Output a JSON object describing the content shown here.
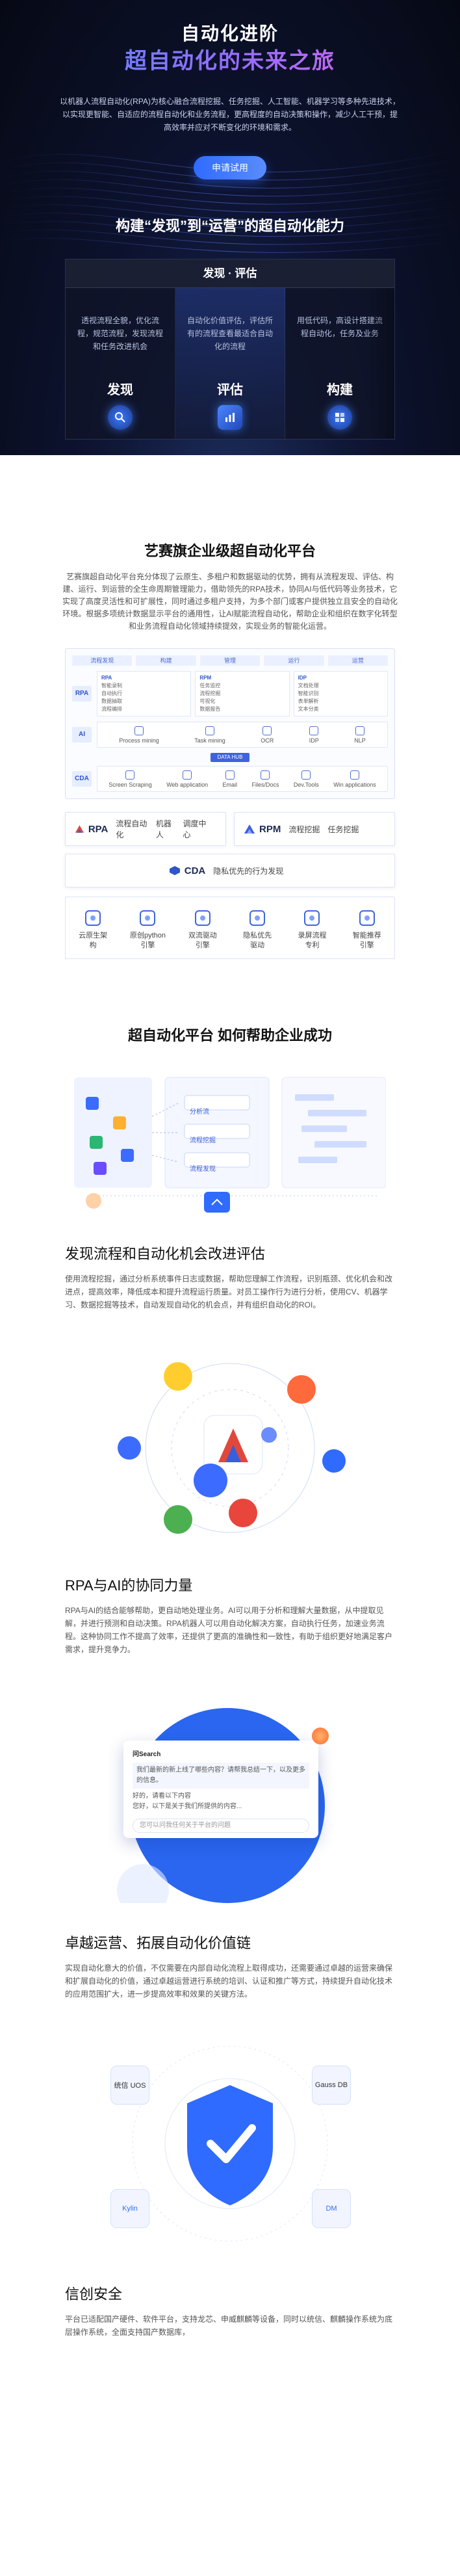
{
  "hero": {
    "title": "自动化进阶",
    "subtitle": "超自动化的未来之旅",
    "description": "以机器人流程自动化(RPA)为核心融合流程挖掘、任务挖掘、人工智能、机器学习等多种先进技术，以实现更智能、自适应的流程自动化和业务流程，更高程度的自动决策和操作，减少人工干预，提高效率并应对不断变化的环境和需求。",
    "cta_label": "申请试用",
    "section_title": "构建“发现”到“运营”的超自动化能力",
    "stage_header": "发现 · 评估",
    "stages": [
      {
        "text": "透视流程全貌，优化流程，规范流程，发现流程和任务改进机会",
        "label": "发现"
      },
      {
        "text": "自动化价值评估，评估所有的流程查看最适合自动化的流程",
        "label": "评估"
      },
      {
        "text": "用低代码，高设计搭建流程自动化，任务及业务",
        "label": "构建"
      }
    ]
  },
  "platform": {
    "title": "艺赛旗企业级超自动化平台",
    "description": "艺赛旗超自动化平台充分体现了云原生、多租户和数据驱动的优势，拥有从流程发现、评估、构建、运行、到运营的全生命周期管理能力，借助领先的RPA技术，协同AI与低代码等业务技术，它实现了高度灵活性和可扩展性，同时通过多租户支持，为多个部门或客户提供独立且安全的自动化环境。根据多项统计数据显示平台的通用性，让AI赋能流程自动化，帮助企业和组织在数字化转型和业务流程自动化领域持续提效，实现业务的智能化运营。",
    "arch_top": [
      "流程发现",
      "构建",
      "管理",
      "运行",
      "运营"
    ],
    "arch_rpa_tag": "RPA",
    "arch_rpa_cols": [
      [
        "RPA",
        "智能录制",
        "自动执行",
        "数据抽取",
        "流程编排"
      ],
      [
        "RPM",
        "任务监控",
        "流程挖掘",
        "可视化",
        "数据报告"
      ],
      [
        "IDP",
        "文档处理",
        "智能识别",
        "表单解析",
        "文本分类"
      ]
    ],
    "arch_ai_tag": "AI",
    "arch_ai_items": [
      "Process mining",
      "Task mining",
      "OCR",
      "IDP",
      "NLP"
    ],
    "arch_bar": "DATA HUB",
    "arch_cda_tag": "CDA",
    "arch_cda_items": [
      "Screen Scraping",
      "Web application",
      "Email",
      "Files/Docs",
      "Dev.Tools",
      "Win applications"
    ],
    "products": [
      {
        "name": "RPA",
        "tags": [
          "流程自动化",
          "机器人",
          "调度中心"
        ]
      },
      {
        "name": "RPM",
        "tags": [
          "流程挖掘",
          "任务挖掘"
        ]
      }
    ],
    "cda": {
      "name": "CDA",
      "tag": "隐私优先的行为发现"
    },
    "features": [
      {
        "label1": "云原生架",
        "label2": "构"
      },
      {
        "label1": "原创python",
        "label2": "引擎"
      },
      {
        "label1": "双流驱动",
        "label2": "引擎"
      },
      {
        "label1": "隐私优先",
        "label2": "驱动"
      },
      {
        "label1": "录屏流程",
        "label2": "专利"
      },
      {
        "label1": "智能推荐",
        "label2": "引擎"
      }
    ]
  },
  "how": {
    "title": "超自动化平台 如何帮助企业成功",
    "illus_labels": [
      "分析流",
      "流程挖掘",
      "流程发现"
    ],
    "blocks": [
      {
        "title": "发现流程和自动化机会改进评估",
        "desc": "使用流程挖掘，通过分析系统事件日志或数据，帮助您理解工作流程，识别瓶颈、优化机会和改进点，提高效率，降低成本和提升流程运行质量。对员工操作行为进行分析，使用CV、机器学习、数据挖掘等技术，自动发现自动化的机会点，并有组织自动化的ROI。"
      },
      {
        "title": "RPA与AI的协同力量",
        "desc": "RPA与AI的结合能够帮助，更自动地处理业务。AI可以用于分析和理解大量数据，从中提取见解，并进行预测和自动决策。RPA机器人可以用自动化解决方案，自动执行任务，加速业务流程。这种协同工作不提高了效率，还提供了更高的准确性和一致性，有助于组织更好地满足客户需求，提升竞争力。"
      },
      {
        "title": "卓越运营、拓展自动化价值链",
        "desc": "实现自动化意大的价值，不仅需要在内部自动化流程上取得成功，还需要通过卓越的运营来确保和扩展自动化的价值，通过卓越运营进行系统的培训、认证和推广等方式，持续提升自动化技术的应用范围扩大，进一步提高效率和效果的关键方法。"
      },
      {
        "title": "信创安全",
        "desc": "平台已适配国产硬件、软件平台，支持龙芯、申威麒麟等设备，同时以统信、麒麟操作系统为底层操作系统，全面支持国产数据库，"
      }
    ],
    "chat": {
      "label": "问Search",
      "line1": "我们最新的新上线了哪些内容？请帮我总结一下，以及更多的信息。",
      "line2": "好的，请看以下内容",
      "line3": "您好，以下是关于我们所提供的内容...",
      "input": "您可以问我任何关于平台的问题"
    },
    "security_badges": [
      "统信 UOS",
      "Gauss DB",
      "Kylin",
      "DM"
    ]
  },
  "colors": {
    "accent": "#2f6bff",
    "dark_bg": "#060914",
    "hero_gradient": [
      "#4f8dff",
      "#9b6bff",
      "#f06ad8"
    ]
  }
}
